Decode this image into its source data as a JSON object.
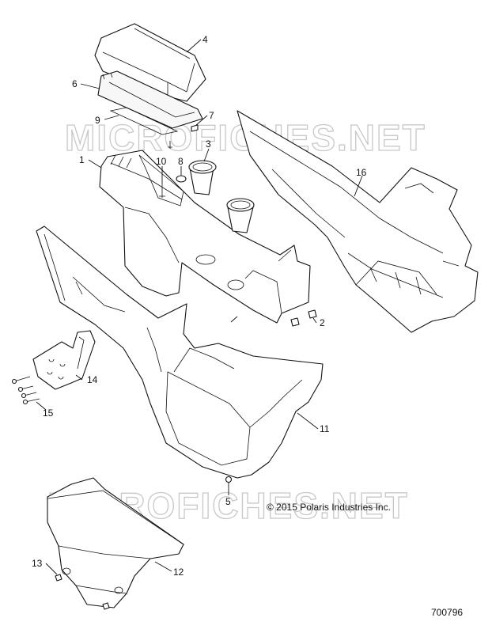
{
  "watermark": "MICROFICHES.NET",
  "copyright": "© 2015 Polaris Industries Inc.",
  "document_number": "700796",
  "callouts": {
    "c1": "1",
    "c2": "2",
    "c3": "3",
    "c4": "4",
    "c5": "5",
    "c6": "6",
    "c7": "7",
    "c8": "8",
    "c9": "9",
    "c10": "10",
    "c11": "11",
    "c12": "12",
    "c13": "13",
    "c14": "14",
    "c15": "15",
    "c16": "16"
  },
  "colors": {
    "line": "#111111",
    "watermark": "#c8c8c8",
    "background": "#ffffff"
  }
}
